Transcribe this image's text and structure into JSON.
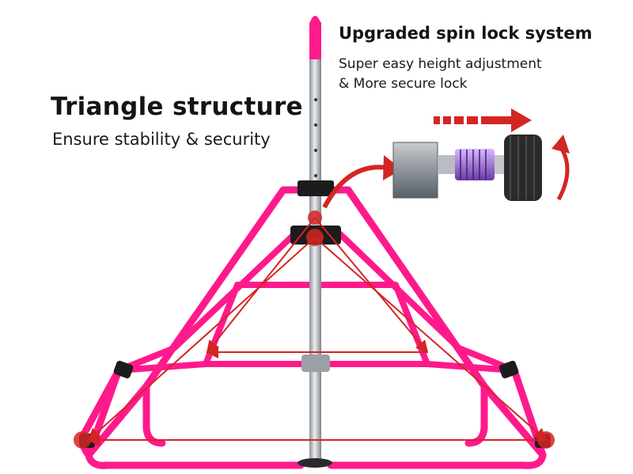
{
  "features": {
    "triangle": {
      "title": "Triangle structure",
      "subtitle": "Ensure stability & security"
    },
    "spin_lock": {
      "title": "Upgraded spin lock system",
      "line1": "Super easy height adjustment",
      "line2": "& More secure lock"
    }
  },
  "colors": {
    "frame": "#ff1a8c",
    "frame_dark": "#d10f6f",
    "pole": "#b9bcc2",
    "arrow": "#d42525",
    "lock_body": "#8e949b",
    "spring": "#8a5cc7",
    "knob": "#2a2a2a"
  }
}
